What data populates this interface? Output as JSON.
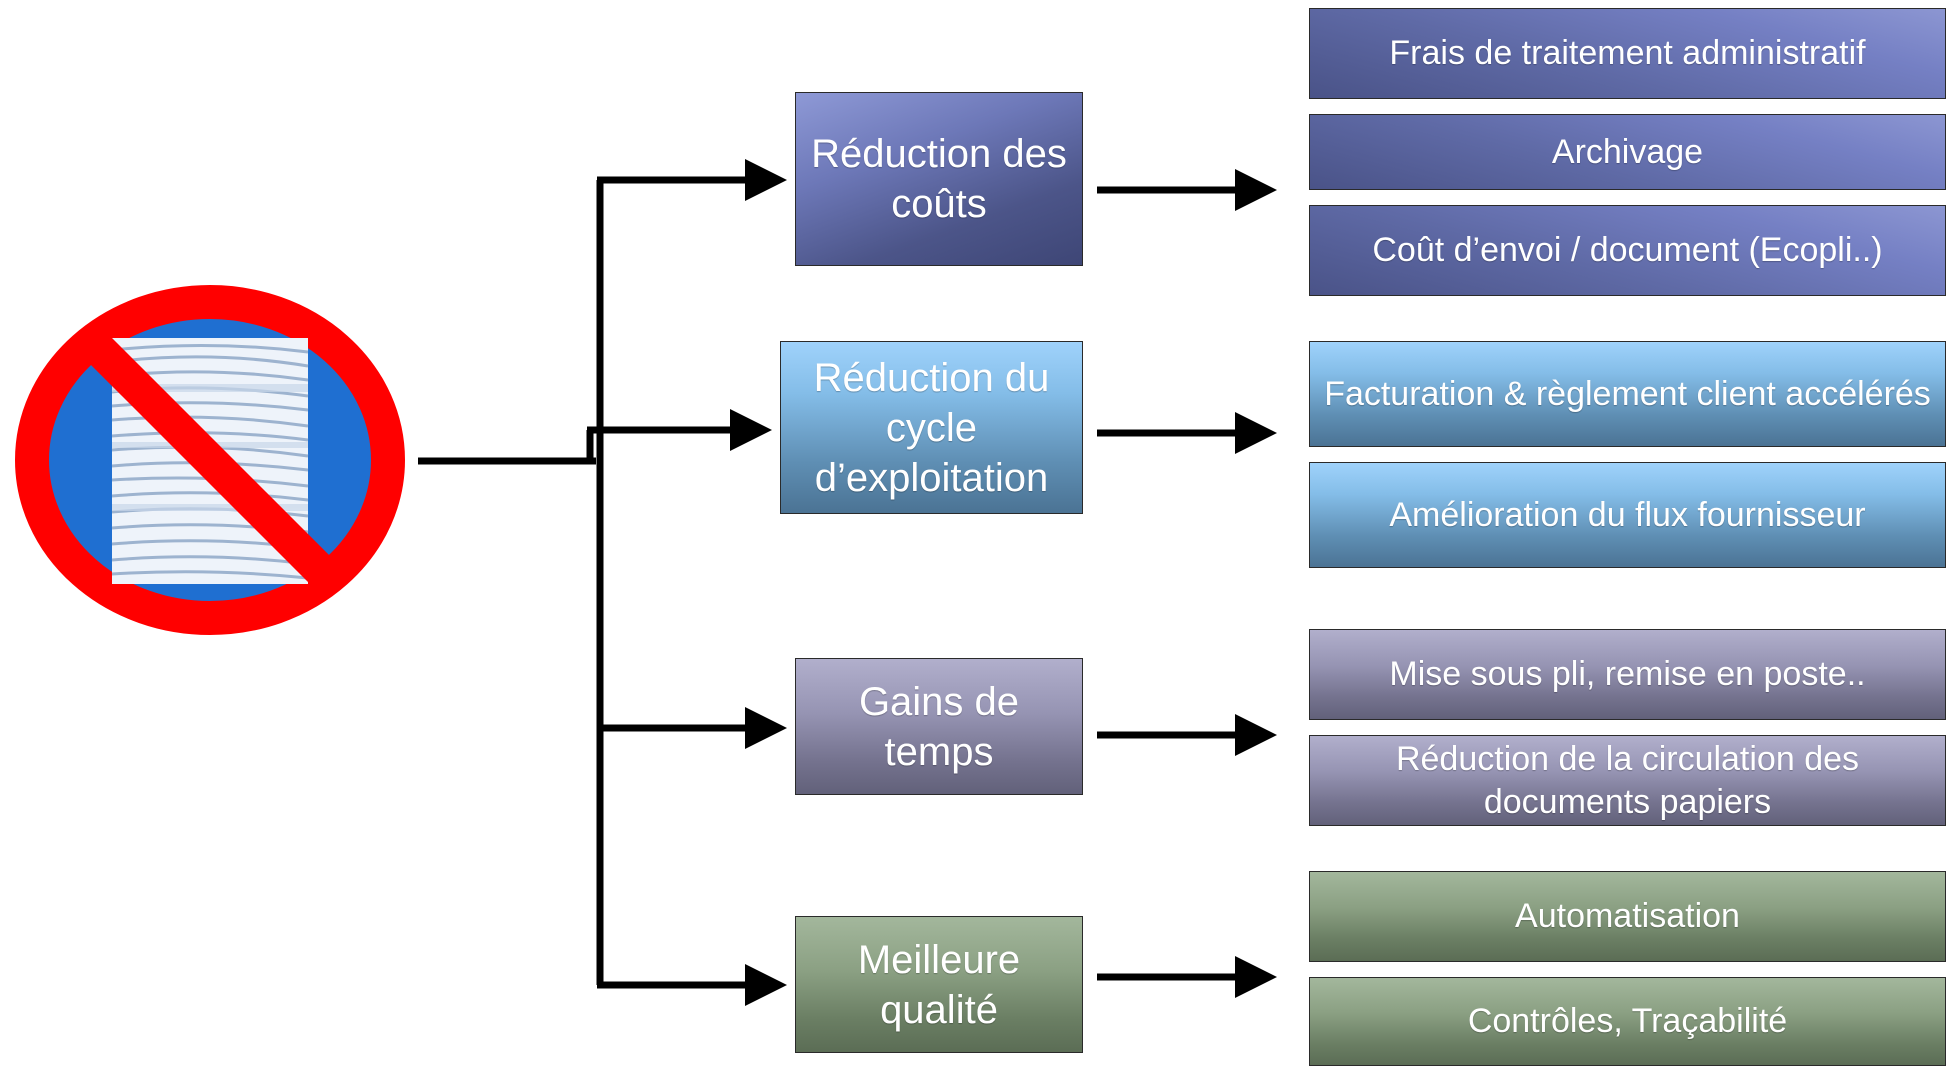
{
  "categories": [
    "Réduction des coûts",
    "Réduction du cycle d’exploitation",
    "Gains de temps",
    "Meilleure qualité"
  ],
  "details": {
    "costs": [
      "Frais de traitement administratif",
      "Archivage",
      "Coût d’envoi / document (Ecopli..)"
    ],
    "cycle": [
      "Facturation & règlement client accélérés",
      "Amélioration du flux fournisseur"
    ],
    "time": [
      "Mise sous pli, remise en poste..",
      "Réduction de la circulation des documents papiers"
    ],
    "quality": [
      "Automatisation",
      "Contrôles, Traçabilité"
    ]
  },
  "icon": {
    "name": "no-paper-icon",
    "ring_color": "#ff0000",
    "background_color": "#1f6fd1"
  },
  "colors": {
    "costs": "#6d78b8",
    "cycle": "#84bde8",
    "time": "#9694b3",
    "quality": "#8ba083",
    "connector": "#000000"
  }
}
